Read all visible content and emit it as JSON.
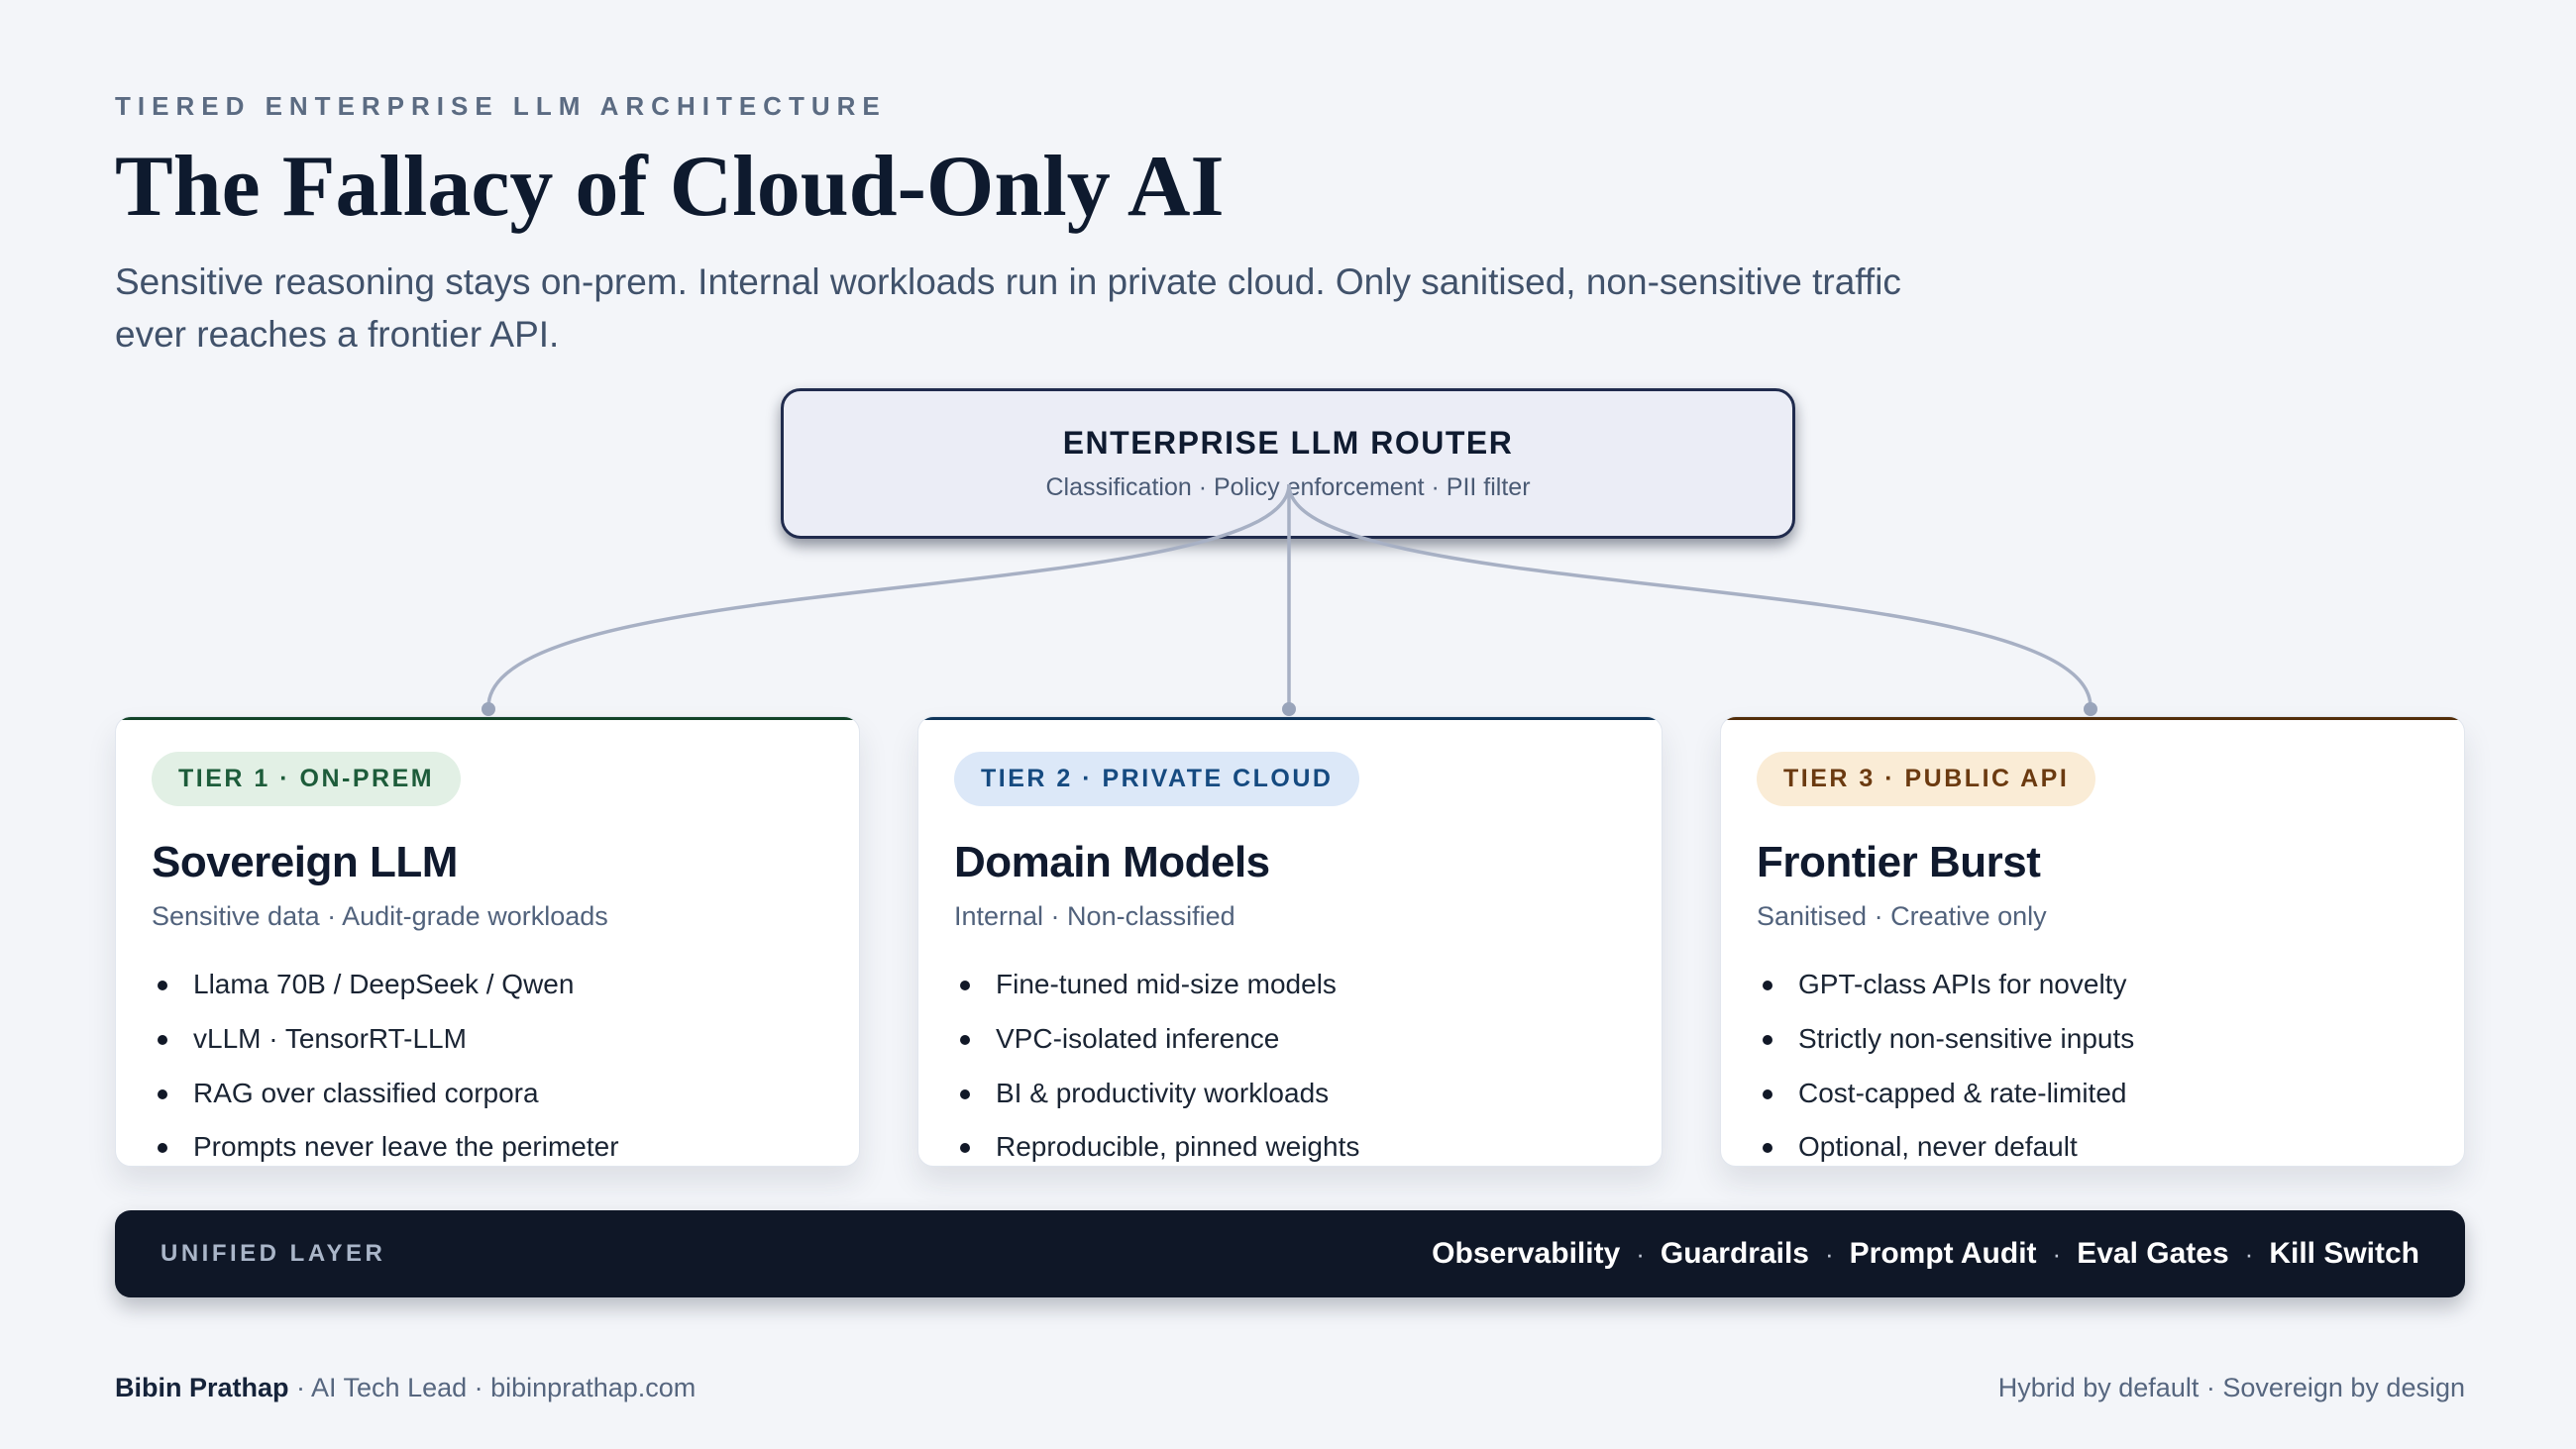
{
  "header": {
    "eyebrow": "TIERED ENTERPRISE LLM ARCHITECTURE",
    "title": "The Fallacy of Cloud-Only AI",
    "subtitle_line1": "Sensitive reasoning stays on-prem. Internal workloads run in private cloud. Only sanitised, non-sensitive traffic",
    "subtitle_line2": "ever reaches a frontier API."
  },
  "router": {
    "title": "ENTERPRISE LLM ROUTER",
    "subtitle": "Classification · Policy enforcement · PII filter"
  },
  "tiers": [
    {
      "badge": "TIER 1 · ON-PREM",
      "title": "Sovereign LLM",
      "subtitle": "Sensitive data · Audit-grade workloads",
      "bullets": [
        "Llama 70B / DeepSeek / Qwen",
        "vLLM · TensorRT-LLM",
        "RAG over classified corpora",
        "Prompts never leave the perimeter"
      ],
      "colors": {
        "accent": "#1b5d39",
        "badge_bg": "#e2f0e5",
        "badge_fg": "#1d5c3a"
      }
    },
    {
      "badge": "TIER 2 · PRIVATE CLOUD",
      "title": "Domain Models",
      "subtitle": "Internal · Non-classified",
      "bullets": [
        "Fine-tuned mid-size models",
        "VPC-isolated inference",
        "BI & productivity workloads",
        "Reproducible, pinned weights"
      ],
      "colors": {
        "accent": "#154a7d",
        "badge_bg": "#dce8f8",
        "badge_fg": "#154a80"
      }
    },
    {
      "badge": "TIER 3 · PUBLIC API",
      "title": "Frontier Burst",
      "subtitle": "Sanitised · Creative only",
      "bullets": [
        "GPT-class APIs for novelty",
        "Strictly non-sensitive inputs",
        "Cost-capped & rate-limited",
        "Optional, never default"
      ],
      "colors": {
        "accent": "#74400e",
        "badge_bg": "#faecd6",
        "badge_fg": "#6b3a10"
      }
    }
  ],
  "unified_bar": {
    "label": "UNIFIED LAYER",
    "items": [
      "Observability",
      "Guardrails",
      "Prompt Audit",
      "Eval Gates",
      "Kill Switch"
    ],
    "separator": "·"
  },
  "footer": {
    "author": "Bibin Prathap",
    "author_suffix": " · AI Tech Lead · bibinprathap.com",
    "right": "Hybrid by default · Sovereign by design"
  },
  "diagram_colors": {
    "page_bg": "#f3f5f9",
    "router_bg": "#ebedf6",
    "router_border": "#202b4d",
    "connector_line": "#a7b0c4",
    "unified_bar_bg": "#0f1727",
    "title_text": "#0e1a2e"
  }
}
